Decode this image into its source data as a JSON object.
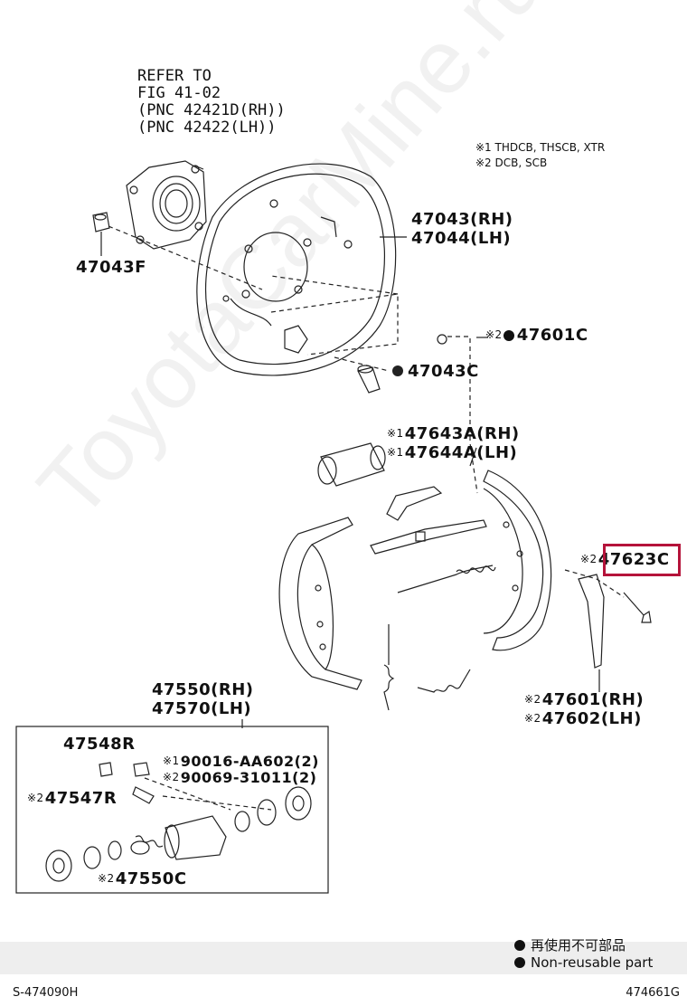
{
  "refer": {
    "line1": "REFER TO",
    "line2": "FIG 41-02",
    "line3": "(PNC 42421D(RH))",
    "line4": "(PNC 42422(LH))"
  },
  "notes": {
    "note1": "※1 THDCB, THSCB, XTR",
    "note2": "※2 DCB, SCB"
  },
  "parts": {
    "p47043F": "47043F",
    "p47043_rh": "47043(RH)",
    "p47044_lh": "47044(LH)",
    "p47601C": "47601C",
    "p47601C_mark": "※2",
    "p47043C": "47043C",
    "p47643A": "47643A(RH)",
    "p47643A_mark": "※1",
    "p47644A": "47644A(LH)",
    "p47644A_mark": "※1",
    "p47623C": "47623C",
    "p47623C_mark": "※2",
    "p47601_rh": "47601(RH)",
    "p47601_mark": "※2",
    "p47602_lh": "47602(LH)",
    "p47602_mark": "※2",
    "p47550_rh": "47550(RH)",
    "p47570_lh": "47570(LH)",
    "p47548R": "47548R",
    "p90016": "90016-AA602(2)",
    "p90016_mark": "※1",
    "p90069": "90069-31011(2)",
    "p90069_mark": "※2",
    "p47547R": "47547R",
    "p47547R_mark": "※2",
    "p47550C": "47550C",
    "p47550C_mark": "※2"
  },
  "legend": {
    "jp": "再使用不可部品",
    "en": "Non-reusable part"
  },
  "footer": {
    "left": "S-474090H",
    "right": "474661G"
  },
  "watermark": "ToyotaCarMine.ru",
  "colors": {
    "highlight": "#b5133a",
    "legend_band": "#eeeeee",
    "line": "#222222"
  }
}
